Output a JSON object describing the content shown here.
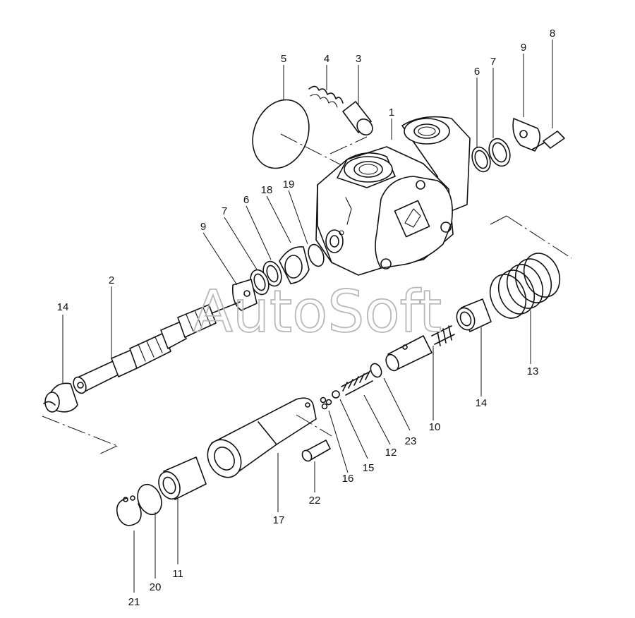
{
  "watermark": "AutoSoft",
  "callouts": [
    {
      "id": "c1",
      "label": "1"
    },
    {
      "id": "c2",
      "label": "2"
    },
    {
      "id": "c3",
      "label": "3"
    },
    {
      "id": "c4",
      "label": "4"
    },
    {
      "id": "c5",
      "label": "5"
    },
    {
      "id": "c6a",
      "label": "6"
    },
    {
      "id": "c7a",
      "label": "7"
    },
    {
      "id": "c9a",
      "label": "9"
    },
    {
      "id": "c8",
      "label": "8"
    },
    {
      "id": "c18",
      "label": "18"
    },
    {
      "id": "c19",
      "label": "19"
    },
    {
      "id": "c6b",
      "label": "6"
    },
    {
      "id": "c7b",
      "label": "7"
    },
    {
      "id": "c9b",
      "label": "9"
    },
    {
      "id": "c14a",
      "label": "14"
    },
    {
      "id": "c13",
      "label": "13"
    },
    {
      "id": "c14b",
      "label": "14"
    },
    {
      "id": "c10",
      "label": "10"
    },
    {
      "id": "c23",
      "label": "23"
    },
    {
      "id": "c12",
      "label": "12"
    },
    {
      "id": "c15",
      "label": "15"
    },
    {
      "id": "c16",
      "label": "16"
    },
    {
      "id": "c22",
      "label": "22"
    },
    {
      "id": "c17",
      "label": "17"
    },
    {
      "id": "c11",
      "label": "11"
    },
    {
      "id": "c20",
      "label": "20"
    },
    {
      "id": "c21",
      "label": "21"
    }
  ]
}
